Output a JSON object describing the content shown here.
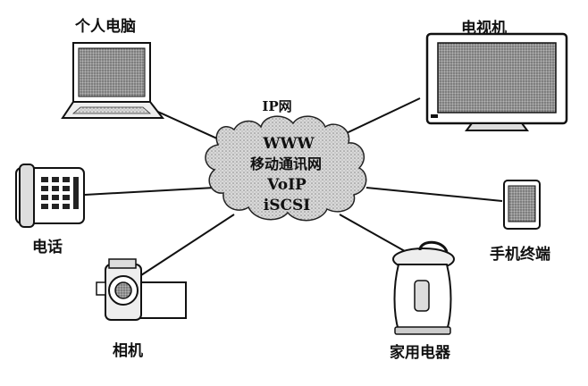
{
  "network": {
    "title": "IP网",
    "lines": [
      "WWW",
      "移动通讯网",
      "VoIP",
      "iSCSI"
    ]
  },
  "devices": {
    "pc": "个人电脑",
    "tv": "电视机",
    "phone": "电话",
    "mobile": "手机终端",
    "camera": "相机",
    "appliance": "家用电器"
  }
}
